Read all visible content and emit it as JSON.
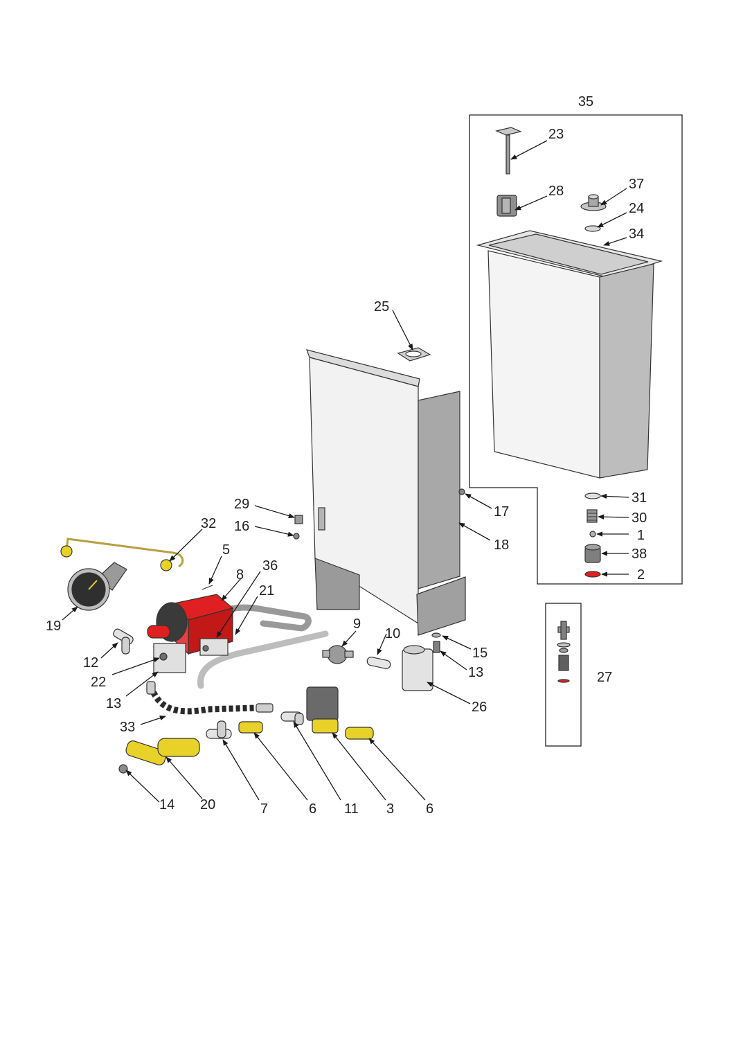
{
  "colors": {
    "part_red": "#e02020",
    "part_yellow": "#e8d22a",
    "steel": "#d9d9d9",
    "steel_dark": "#8c8c8c",
    "outline": "#333333"
  },
  "labels": {
    "l1": "1",
    "l2": "2",
    "l3": "3",
    "l5": "5",
    "l6a": "6",
    "l6b": "6",
    "l7": "7",
    "l8": "8",
    "l9": "9",
    "l10": "10",
    "l11": "11",
    "l12": "12",
    "l13a": "13",
    "l13b": "13",
    "l14": "14",
    "l15": "15",
    "l16": "16",
    "l17": "17",
    "l18": "18",
    "l19": "19",
    "l20": "20",
    "l21": "21",
    "l22": "22",
    "l23": "23",
    "l24": "24",
    "l25": "25",
    "l26": "26",
    "l27": "27",
    "l28": "28",
    "l29": "29",
    "l30": "30",
    "l31": "31",
    "l32": "32",
    "l33": "33",
    "l34": "34",
    "l35": "35",
    "l36": "36",
    "l37": "37",
    "l38": "38"
  }
}
